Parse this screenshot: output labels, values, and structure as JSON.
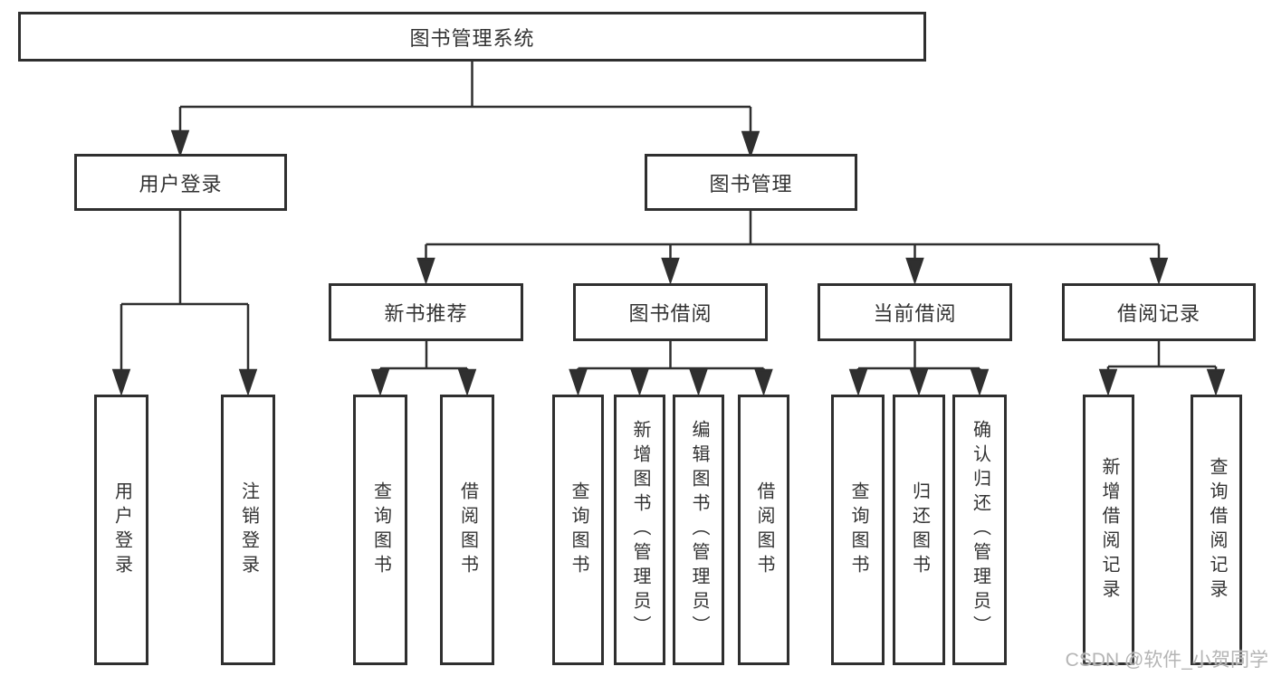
{
  "diagram": {
    "title": "图书管理系统",
    "level2": {
      "user_login": "用户登录",
      "book_management": "图书管理"
    },
    "level3": {
      "new_book_recommend": "新书推荐",
      "book_borrow": "图书借阅",
      "current_borrow": "当前借阅",
      "borrow_records": "借阅记录"
    },
    "leaves": {
      "user_login": "用户登录",
      "logout": "注销登录",
      "query_books_1": "查询图书",
      "borrow_books_1": "借阅图书",
      "query_books_2": "查询图书",
      "add_books": "新增图书（管理员）",
      "edit_books": "编辑图书（管理员）",
      "borrow_books_2": "借阅图书",
      "query_books_3": "查询图书",
      "return_books": "归还图书",
      "confirm_return": "确认归还（管理员）",
      "add_borrow_record": "新增借阅记录",
      "query_borrow_record": "查询借阅记录"
    }
  },
  "watermark": "CSDN @软件_小贺同学",
  "colors": {
    "line": "#2f2f2f",
    "text": "#333333",
    "background": "#ffffff",
    "watermark": "#b5b5b5"
  }
}
